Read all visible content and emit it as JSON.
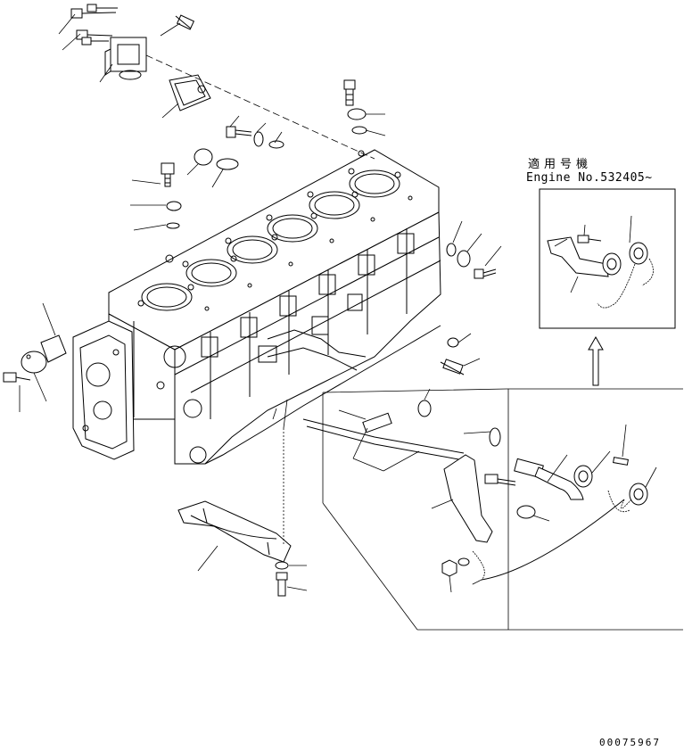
{
  "applicability": {
    "title": "適用号機",
    "serial": "Engine No.532405~"
  },
  "drawing_number": "00075967",
  "icons": {
    "engine_block": "cylinder-block-illustration",
    "arrow": "up-arrow-icon"
  }
}
